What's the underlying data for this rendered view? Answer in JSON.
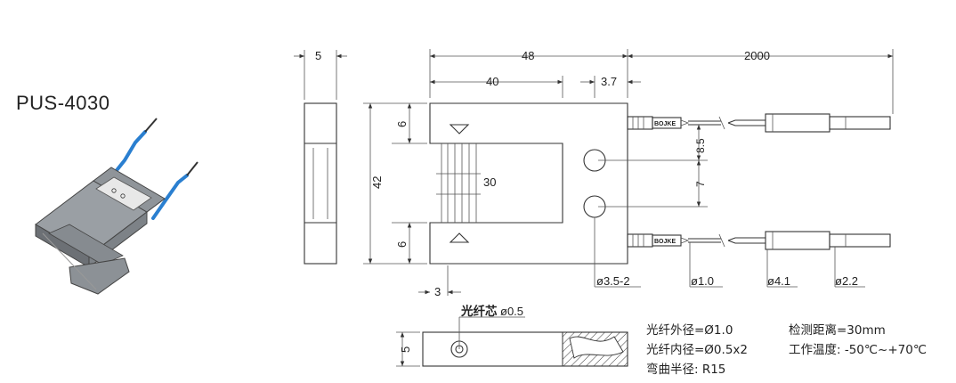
{
  "model": "PUS-4030",
  "dimensions": {
    "width_side": "5",
    "length_total": "48",
    "body_length": "40",
    "offset": "3.7",
    "cable_length": "2000",
    "height": "42",
    "arm_top": "6",
    "arm_bottom": "6",
    "slot_width": "30",
    "hole_pitch_top": "8.5",
    "hole_pitch": "7",
    "slot_offset": "3",
    "mount_hole": "ø3.5-2",
    "fiber_od": "ø1.0",
    "sleeve_od": "ø4.1",
    "tip_od": "ø2.2",
    "end_thickness": "5"
  },
  "cable_label": "BOJKE",
  "core_label": "光纤芯",
  "core_dim": "ø0.5",
  "specs": [
    "光纤外径=Ø1.0",
    "光纤内径=Ø0.5x2",
    "弯曲半径: R15",
    "检测距离=30mm",
    "工作温度: -50℃~+70℃"
  ],
  "colors": {
    "fiber": "#2a7fd0",
    "line": "#333333",
    "hatch": "#444444"
  }
}
